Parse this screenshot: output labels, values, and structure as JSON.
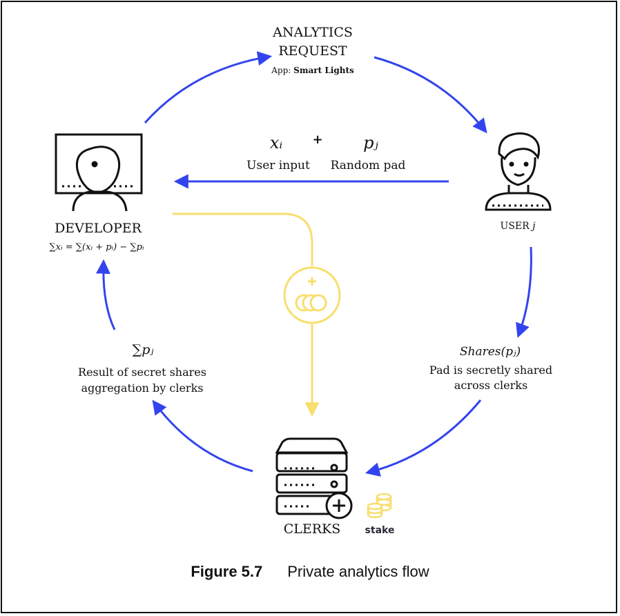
{
  "top": {
    "title_line1": "ANALYTICS",
    "title_line2": "REQUEST",
    "app_prefix": "App:",
    "app_name": "Smart Lights"
  },
  "developer": {
    "label": "DEVELOPER",
    "formula": "∑xᵢ = ∑(xᵢ + pᵢ) − ∑pᵢ"
  },
  "user": {
    "label": "USER",
    "index": "j"
  },
  "message": {
    "var_x": "xᵢ",
    "plus": "+",
    "var_p": "pⱼ",
    "x_caption": "User input",
    "p_caption": "Random pad"
  },
  "shares": {
    "title": "Shares(pⱼ)",
    "line1": "Pad is secretly shared",
    "line2": "across clerks"
  },
  "result": {
    "sum": "∑pⱼ",
    "line1": "Result of secret shares",
    "line2": "aggregation by clerks"
  },
  "clerks": {
    "label": "CLERKS",
    "stake_label": "stake"
  },
  "colors": {
    "blue_arrow": "#3344EE",
    "yellow_flow": "#F8DE6E",
    "ink": "#111111"
  },
  "icons": [
    "monitor-developer-icon",
    "user-icon",
    "server-icon",
    "plus-circle-icon",
    "coins-icon",
    "stake-coins-icon"
  ],
  "caption": {
    "figure_number": "Figure 5.7",
    "text": "Private analytics flow"
  }
}
